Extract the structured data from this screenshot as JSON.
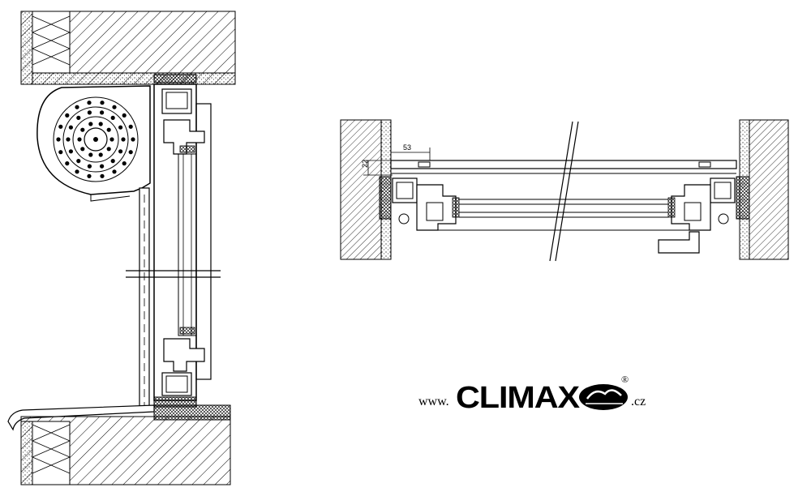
{
  "dimensions": {
    "width_label": "53",
    "height_label": "22"
  },
  "logo": {
    "prefix": "www.",
    "brand": "CLIMAX",
    "registered_mark": "®",
    "suffix": ".cz"
  }
}
